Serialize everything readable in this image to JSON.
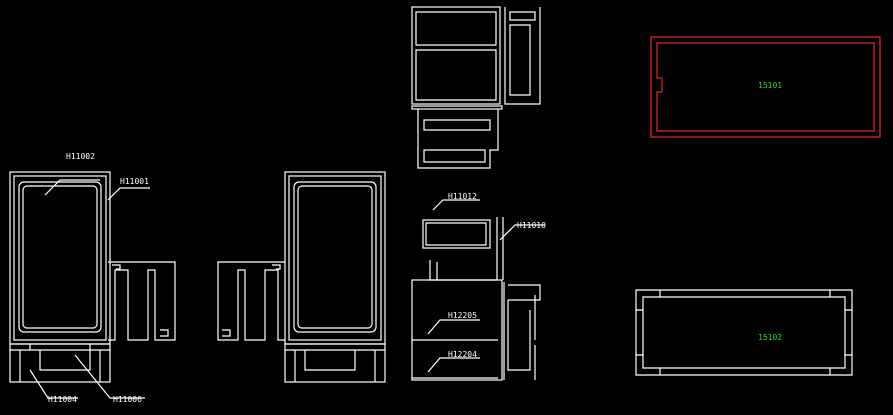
{
  "drawing": {
    "labels": {
      "h11002": "H11002",
      "h11001": "H11001",
      "h11004": "H11004",
      "h11006": "H11006",
      "h11012": "H11012",
      "h11010": "H11010",
      "h12205": "H12205",
      "h12204": "H12204"
    },
    "parts": {
      "p15101": "15101",
      "p15102": "15102"
    },
    "colors": {
      "background": "#000000",
      "lines": "#ffffff",
      "highlight": "#e02020",
      "part_text": "#22dd22"
    }
  }
}
